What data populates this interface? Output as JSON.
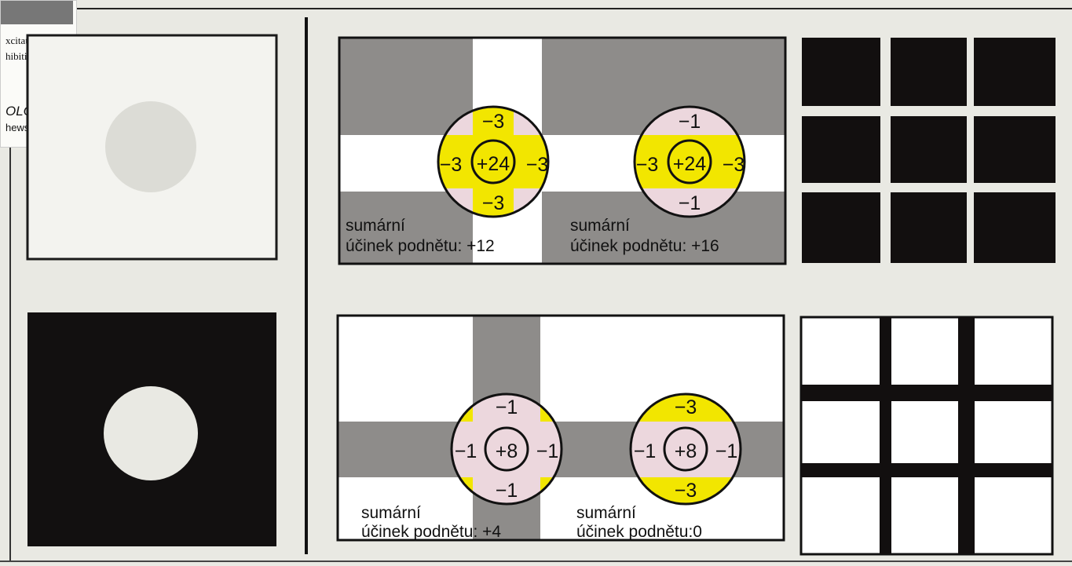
{
  "corner_caption": {
    "line1": "xcitation,",
    "line2": "hibition",
    "line3": "OLOGY",
    "line4": "hews"
  },
  "panels": [
    {
      "top_label": "−3",
      "bottom_label": "−3",
      "left_label": "−3",
      "right_label": "−3",
      "center_label": "+24",
      "caption_line1": "sumární",
      "caption_line2": "účinek podnětu: +12"
    },
    {
      "top_label": "−1",
      "bottom_label": "−1",
      "left_label": "−3",
      "right_label": "−3",
      "center_label": "+24",
      "caption_line1": "sumární",
      "caption_line2": "účinek podnětu: +16"
    },
    {
      "top_label": "−1",
      "bottom_label": "−1",
      "left_label": "−1",
      "right_label": "−1",
      "center_label": "+8",
      "caption_line1": "sumární",
      "caption_line2": "účinek podnětu: +4"
    },
    {
      "top_label": "−3",
      "bottom_label": "−3",
      "left_label": "−1",
      "right_label": "−1",
      "center_label": "+8",
      "caption_line1": "sumární",
      "caption_line2": "účinek podnětu:0"
    }
  ],
  "colors": {
    "page": "#e9e9e3",
    "gray_bar": "#8e8c8a",
    "yellow": "#f2e600",
    "pink": "#ecd7dd",
    "black": "#120f0f",
    "white": "#ffffff"
  }
}
